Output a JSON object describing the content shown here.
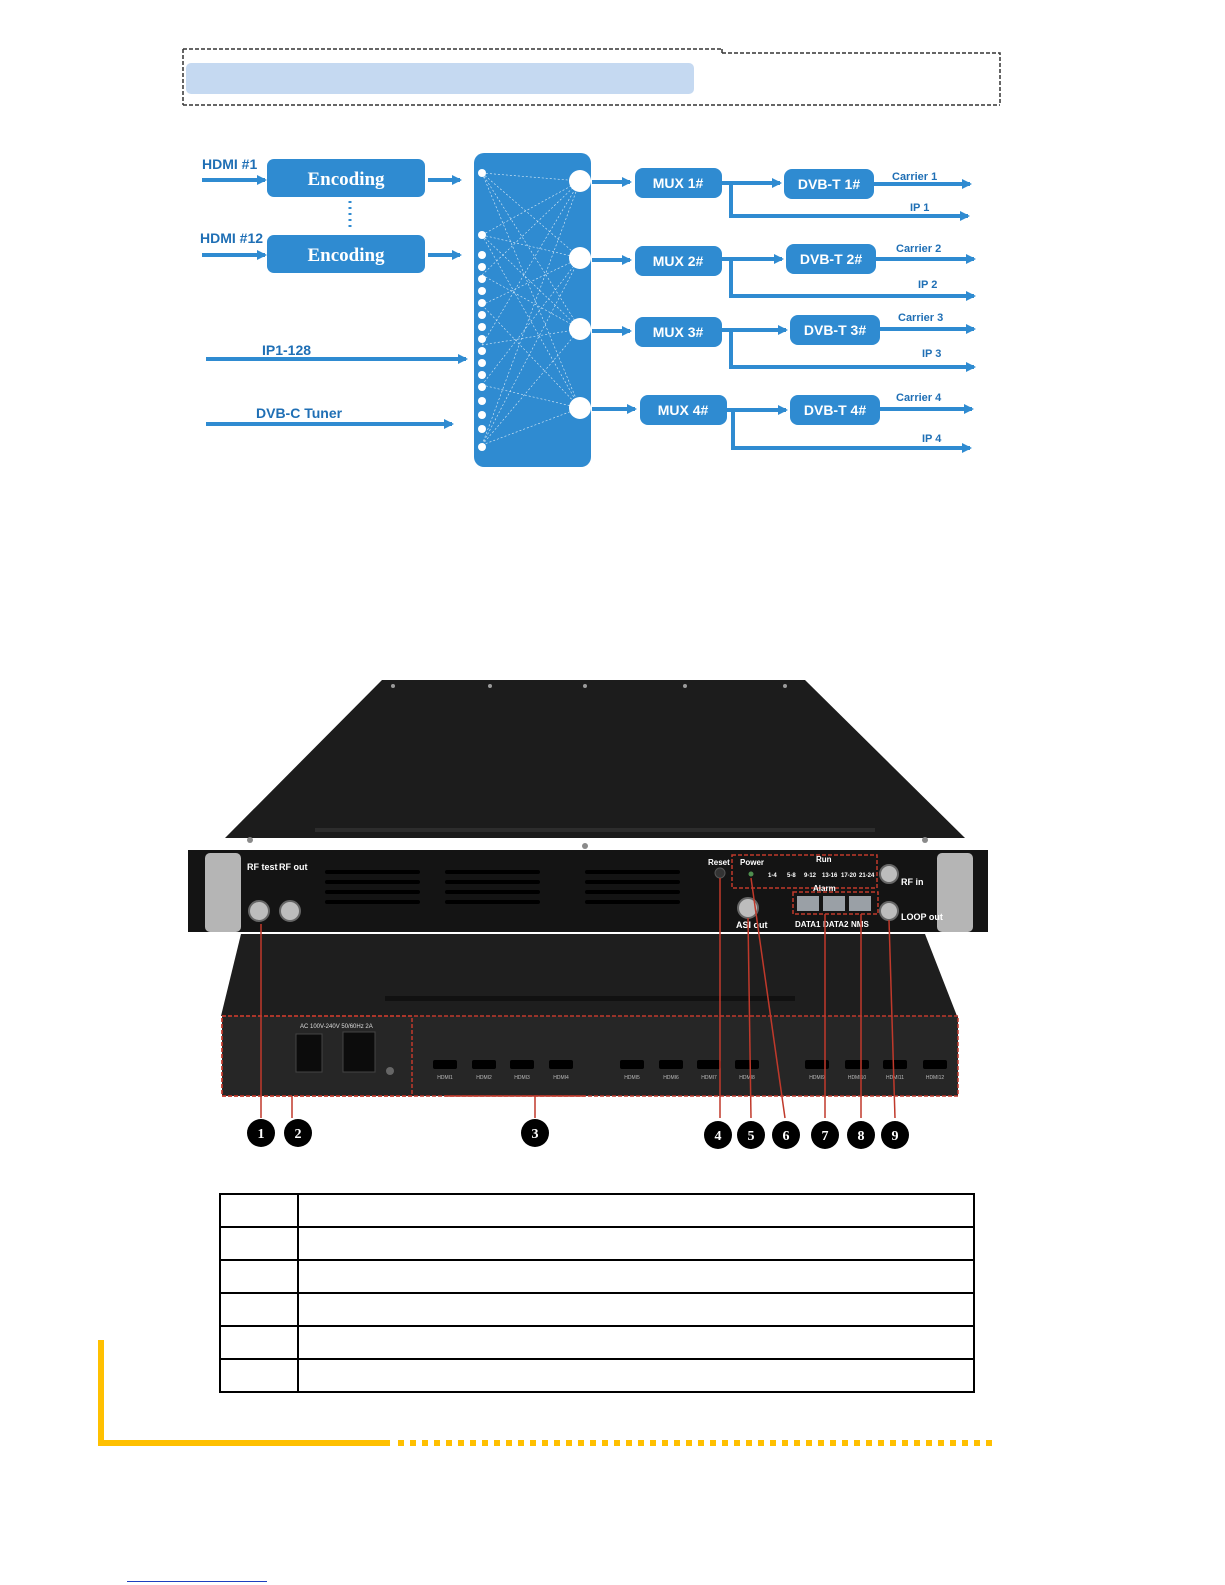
{
  "diagram": {
    "inputs": [
      {
        "label": "HDMI #1",
        "block": "Encoding"
      },
      {
        "label": "HDMI #12",
        "block": "Encoding"
      },
      {
        "label": "IP1-128"
      },
      {
        "label": "DVB-C Tuner"
      }
    ],
    "channels": [
      {
        "mux": "MUX 1#",
        "modulator": "DVB-T 1#",
        "carrier": "Carrier 1",
        "ip": "IP 1"
      },
      {
        "mux": "MUX 2#",
        "modulator": "DVB-T 2#",
        "carrier": "Carrier 2",
        "ip": "IP 2"
      },
      {
        "mux": "MUX 3#",
        "modulator": "DVB-T 3#",
        "carrier": "Carrier 3",
        "ip": "IP 3"
      },
      {
        "mux": "MUX 4#",
        "modulator": "DVB-T 4#",
        "carrier": "Carrier 4",
        "ip": "IP 4"
      }
    ],
    "colors": {
      "block": "#2f8bd1",
      "arrow": "#2f8bd1",
      "text_label": "#1f6fb5"
    }
  },
  "device": {
    "rear_panel": {
      "rf_test": "RF test",
      "rf_out": "RF out",
      "reset": "Reset",
      "power": "Power",
      "run": "Run",
      "alarm": "Alarm",
      "led_groups": [
        "1-4",
        "5-8",
        "9-12",
        "13-16",
        "17-20",
        "21-24"
      ],
      "asi_out": "ASI out",
      "data1": "DATA1",
      "data2": "DATA2",
      "nms": "NMS",
      "rf_in": "RF in",
      "loop_out": "LOOP out"
    },
    "front_panel": {
      "power_rating": "AC 100V-240V 50/60Hz 2A",
      "hdmi_ports": [
        "HDMI1",
        "HDMI2",
        "HDMI3",
        "HDMI4",
        "HDMI5",
        "HDMI6",
        "HDMI7",
        "HDMI8",
        "HDMI9",
        "HDMI10",
        "HDMI11",
        "HDMI12"
      ]
    },
    "callouts": [
      "1",
      "2",
      "3",
      "4",
      "5",
      "6",
      "7",
      "8",
      "9"
    ]
  },
  "legend_rows": 6
}
